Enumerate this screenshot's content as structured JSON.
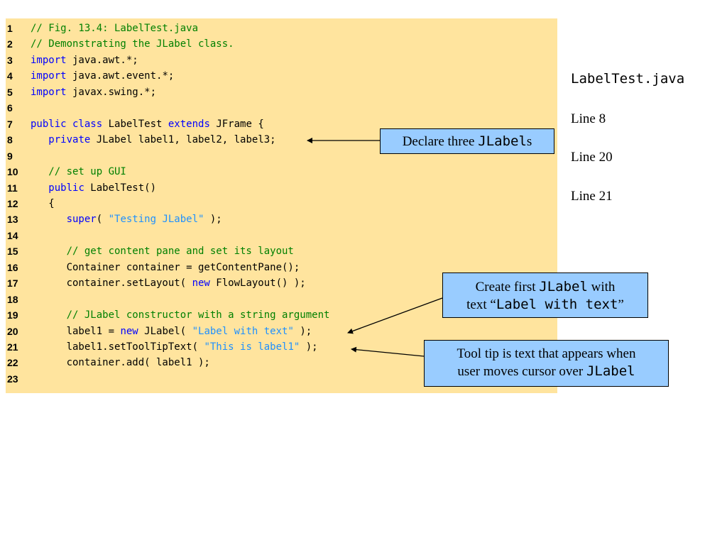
{
  "code_lines": [
    {
      "n": "1",
      "parts": [
        {
          "t": "// Fig. 13.4: LabelTest.java",
          "c": "cmt"
        }
      ]
    },
    {
      "n": "2",
      "parts": [
        {
          "t": "// Demonstrating the JLabel class.",
          "c": "cmt"
        }
      ]
    },
    {
      "n": "3",
      "parts": [
        {
          "t": "import",
          "c": "kw"
        },
        {
          "t": " java.awt.*;",
          "c": ""
        }
      ]
    },
    {
      "n": "4",
      "parts": [
        {
          "t": "import",
          "c": "kw"
        },
        {
          "t": " java.awt.event.*;",
          "c": ""
        }
      ]
    },
    {
      "n": "5",
      "parts": [
        {
          "t": "import",
          "c": "kw"
        },
        {
          "t": " javax.swing.*;",
          "c": ""
        }
      ]
    },
    {
      "n": "6",
      "parts": []
    },
    {
      "n": "7",
      "parts": [
        {
          "t": "public class",
          "c": "kw"
        },
        {
          "t": " LabelTest ",
          "c": ""
        },
        {
          "t": "extends",
          "c": "kw"
        },
        {
          "t": " JFrame {",
          "c": ""
        }
      ]
    },
    {
      "n": "8",
      "parts": [
        {
          "t": "   ",
          "c": ""
        },
        {
          "t": "private",
          "c": "kw"
        },
        {
          "t": " JLabel label1, label2, label3;",
          "c": ""
        }
      ]
    },
    {
      "n": "9",
      "parts": []
    },
    {
      "n": "10",
      "parts": [
        {
          "t": "   // set up GUI",
          "c": "cmt"
        }
      ]
    },
    {
      "n": "11",
      "parts": [
        {
          "t": "   ",
          "c": ""
        },
        {
          "t": "public",
          "c": "kw"
        },
        {
          "t": " LabelTest()",
          "c": ""
        }
      ]
    },
    {
      "n": "12",
      "parts": [
        {
          "t": "   {",
          "c": ""
        }
      ]
    },
    {
      "n": "13",
      "parts": [
        {
          "t": "      ",
          "c": ""
        },
        {
          "t": "super",
          "c": "kw"
        },
        {
          "t": "( ",
          "c": ""
        },
        {
          "t": "\"Testing JLabel\"",
          "c": "str"
        },
        {
          "t": " );",
          "c": ""
        }
      ]
    },
    {
      "n": "14",
      "parts": []
    },
    {
      "n": "15",
      "parts": [
        {
          "t": "      // get content pane and set its layout",
          "c": "cmt"
        }
      ]
    },
    {
      "n": "16",
      "parts": [
        {
          "t": "      Container container = getContentPane();",
          "c": ""
        }
      ]
    },
    {
      "n": "17",
      "parts": [
        {
          "t": "      container.setLayout( ",
          "c": ""
        },
        {
          "t": "new",
          "c": "kw"
        },
        {
          "t": " FlowLayout() );",
          "c": ""
        }
      ]
    },
    {
      "n": "18",
      "parts": []
    },
    {
      "n": "19",
      "parts": [
        {
          "t": "      // JLabel constructor with a string argument",
          "c": "cmt"
        }
      ]
    },
    {
      "n": "20",
      "parts": [
        {
          "t": "      label1 = ",
          "c": ""
        },
        {
          "t": "new",
          "c": "kw"
        },
        {
          "t": " JLabel( ",
          "c": ""
        },
        {
          "t": "\"Label with text\"",
          "c": "str"
        },
        {
          "t": " );",
          "c": ""
        }
      ]
    },
    {
      "n": "21",
      "parts": [
        {
          "t": "      label1.setToolTipText( ",
          "c": ""
        },
        {
          "t": "\"This is label1\"",
          "c": "str"
        },
        {
          "t": " );",
          "c": ""
        }
      ]
    },
    {
      "n": "22",
      "parts": [
        {
          "t": "      container.add( label1 );",
          "c": ""
        }
      ]
    },
    {
      "n": "23",
      "parts": []
    }
  ],
  "sidebar": {
    "file": "LabelTest.java",
    "line8": "Line 8",
    "line20": "Line 20",
    "line21": "Line 21"
  },
  "callouts": {
    "c1": {
      "a": "Declare three ",
      "b": "JLabel",
      "c": "s"
    },
    "c2": {
      "a": "Create first ",
      "b": "JLabel",
      "c": " with",
      "d": "text “",
      "e": "Label with text",
      "f": "”"
    },
    "c3": {
      "a": "Tool tip is text that appears when",
      "b": "user moves cursor over ",
      "c": "JLabel"
    }
  },
  "colors": {
    "panel": "#ffe49e",
    "callout": "#99ccff",
    "comment": "#008000",
    "keyword": "#0000ff",
    "string": "#1e90ff"
  }
}
